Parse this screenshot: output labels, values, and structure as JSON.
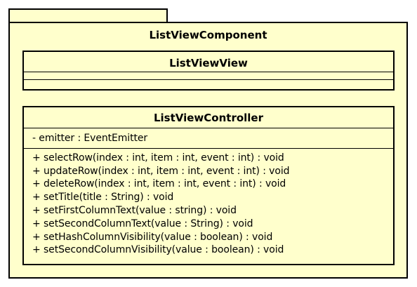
{
  "package": {
    "name": "ListViewComponent",
    "fill_color": "#FFFFCC",
    "border_color": "#000000"
  },
  "classes": {
    "view": {
      "name": "ListViewView",
      "attributes": [],
      "operations": []
    },
    "controller": {
      "name": "ListViewController",
      "attributes": [
        "- emitter : EventEmitter"
      ],
      "operations": [
        "+ selectRow(index : int, item : int, event : int) : void",
        "+ updateRow(index : int, item : int, event : int) : void",
        "+ deleteRow(index : int, item : int, event : int) : void",
        "+ setTitle(title : String) : void",
        "+ setFirstColumnText(value : string) : void",
        "+ setSecondColumnText(value : String) : void",
        "+ setHashColumnVisibility(value : boolean) : void",
        "+ setSecondColumnVisibility(value : boolean) : void"
      ]
    }
  }
}
